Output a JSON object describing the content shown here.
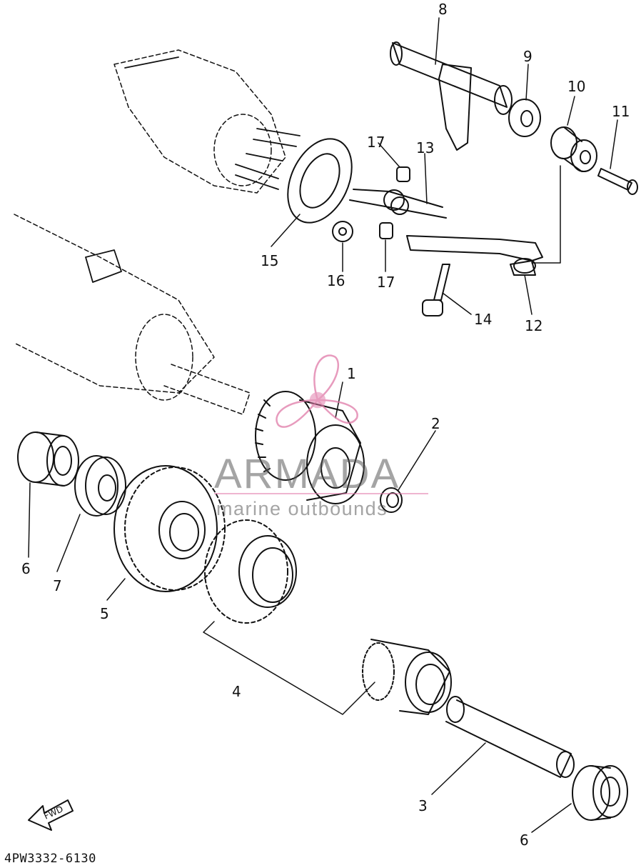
{
  "diagram": {
    "part_code": "4PW3332-6130",
    "fwd_label": "FWD",
    "callouts": [
      {
        "id": "c1",
        "text": "1"
      },
      {
        "id": "c2",
        "text": "2"
      },
      {
        "id": "c3",
        "text": "3"
      },
      {
        "id": "c4",
        "text": "4"
      },
      {
        "id": "c5",
        "text": "5"
      },
      {
        "id": "c6a",
        "text": "6"
      },
      {
        "id": "c6b",
        "text": "6"
      },
      {
        "id": "c7",
        "text": "7"
      },
      {
        "id": "c8",
        "text": "8"
      },
      {
        "id": "c9",
        "text": "9"
      },
      {
        "id": "c10",
        "text": "10"
      },
      {
        "id": "c11",
        "text": "11"
      },
      {
        "id": "c12",
        "text": "12"
      },
      {
        "id": "c13",
        "text": "13"
      },
      {
        "id": "c14",
        "text": "14"
      },
      {
        "id": "c15",
        "text": "15"
      },
      {
        "id": "c16",
        "text": "16"
      },
      {
        "id": "c17a",
        "text": "17"
      },
      {
        "id": "c17b",
        "text": "17"
      }
    ]
  },
  "watermark": {
    "brand": "ARMADA",
    "tagline": "marine outbounds",
    "logo_icon": "propeller-logo-icon",
    "color": "#e07aa8"
  }
}
